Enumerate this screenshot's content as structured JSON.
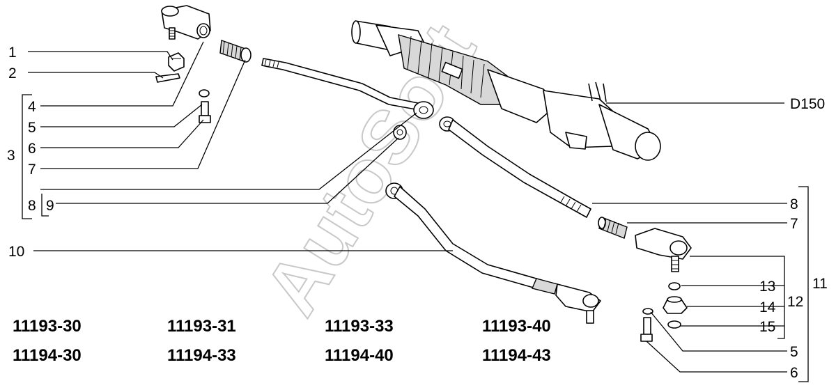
{
  "callouts": {
    "c1": "1",
    "c2": "2",
    "c3": "3",
    "c4": "4",
    "c5": "5",
    "c6": "6",
    "c7": "7",
    "c8": "8",
    "c9": "9",
    "c10": "10",
    "r_d150": "D150",
    "r8": "8",
    "r7": "7",
    "r11": "11",
    "r12": "12",
    "r13": "13",
    "r14": "14",
    "r15": "15",
    "r5": "5",
    "r6": "6"
  },
  "part_codes": {
    "row1": [
      "11193-30",
      "11193-31",
      "11193-33",
      "11193-40"
    ],
    "row2": [
      "11194-30",
      "11194-33",
      "11194-40",
      "11194-43"
    ]
  },
  "watermark": "AutoSoft"
}
